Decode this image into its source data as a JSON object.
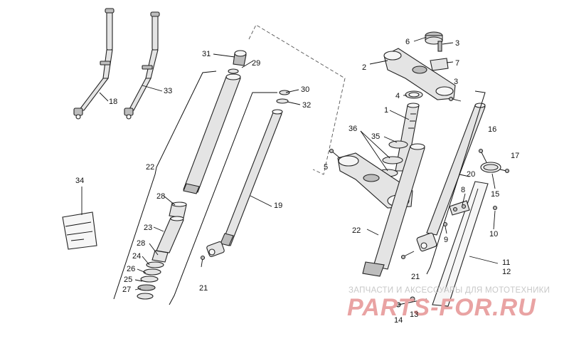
{
  "callouts": {
    "c1": "1",
    "c2": "2",
    "c3a": "3",
    "c3b": "3",
    "c4": "4",
    "c5": "5",
    "c6": "6",
    "c7": "7",
    "c8": "8",
    "c9": "9",
    "c10": "10",
    "c11": "11",
    "c12": "12",
    "c13": "13",
    "c14": "14",
    "c15": "15",
    "c16": "16",
    "c17": "17",
    "c18": "18",
    "c19": "19",
    "c20": "20",
    "c21a": "21",
    "c21b": "21",
    "c22a": "22",
    "c22b": "22",
    "c23": "23",
    "c24": "24",
    "c25": "25",
    "c26": "26",
    "c27": "27",
    "c28a": "28",
    "c28b": "28",
    "c29": "29",
    "c30": "30",
    "c31": "31",
    "c32": "32",
    "c33": "33",
    "c34": "34",
    "c35": "35",
    "c36": "36"
  },
  "watermark": {
    "tagline": "ЗАПЧАСТИ И АКСЕССУАРЫ ДЛЯ МОТОТЕХНИКИ",
    "brand": "PARTS-FOR.RU",
    "color": "#e9a3a3"
  }
}
